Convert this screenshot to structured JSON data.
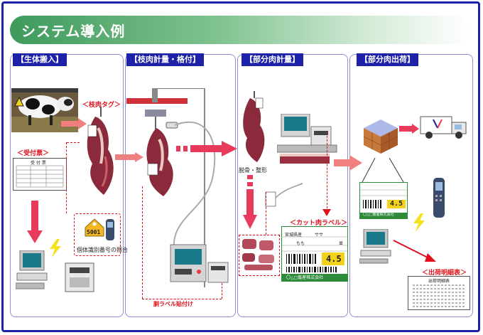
{
  "title": "システム導入例",
  "sections": [
    {
      "label": "【生体搬入】"
    },
    {
      "label": "【枝肉計量・格付】"
    },
    {
      "label": "【部分肉計量】"
    },
    {
      "label": "【部分肉出荷】"
    }
  ],
  "labels": {
    "edaniku_tag": "＜枝肉タグ＞",
    "uketsukehyo": "＜受付票＞",
    "kotai_shokai": "個体識別番号の照合",
    "ear_tag_number": "5001",
    "koteiban": "胴ラベル貼付け",
    "datsukotsu": "脱骨・整形",
    "cut_label": "＜カット肉ラベル＞",
    "shukka_meisai": "＜出荷明細表＞"
  },
  "cut_label": {
    "origin": "宮城県産",
    "cut": "ササ",
    "grade": "並",
    "part": "もも",
    "price": "4.5",
    "company": "〇△□畜産株式会社"
  },
  "ship_label": {
    "price": "4.5",
    "company": "〇△□畜産株式会社"
  },
  "ship_sheet_title": "出荷明細表",
  "uketsuke_title": "受 付 票",
  "colors": {
    "frame": "#1e22a8",
    "accent_red": "#e0101a",
    "banner_green": "#3e9a5c",
    "price_yellow": "#f4d21a",
    "label_green": "#2e8b3a"
  }
}
